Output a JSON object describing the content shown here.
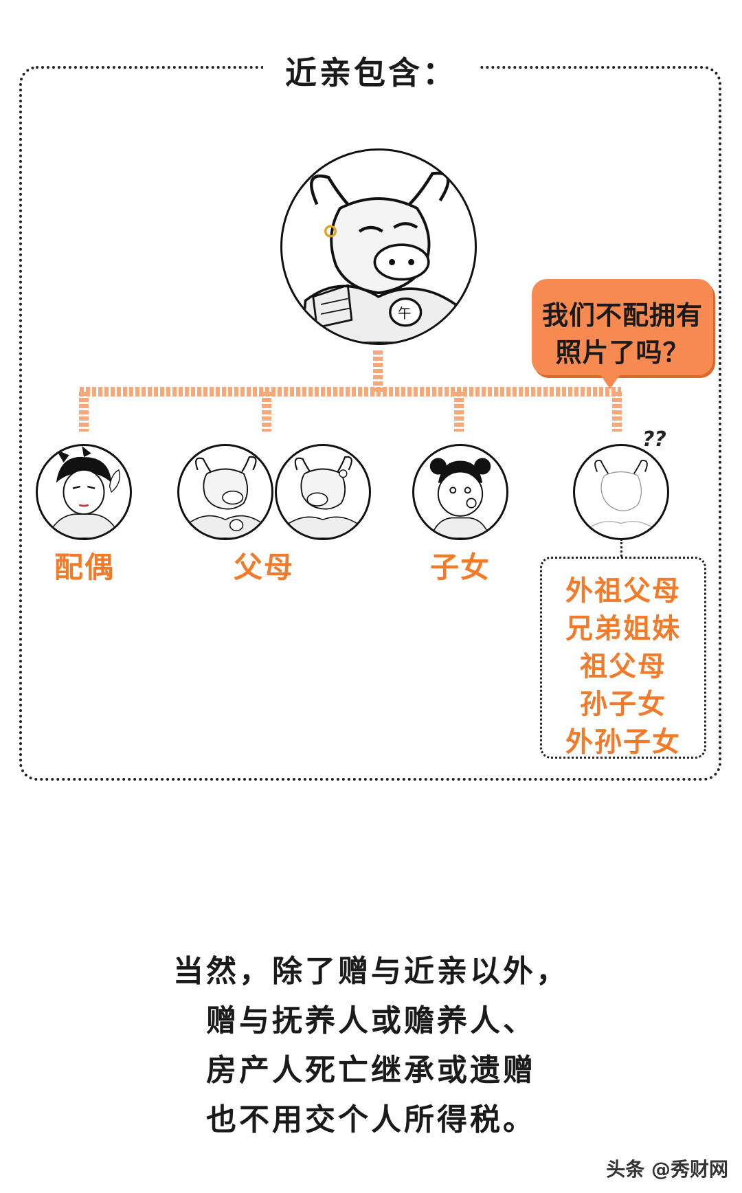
{
  "heading": "近亲包含：",
  "root": {
    "icon": "ox-character-icon"
  },
  "speech_bubble": {
    "line1": "我们不配拥有",
    "line2": "照片了吗？"
  },
  "branches": [
    {
      "label": "配偶",
      "icon": "woman-character-icon"
    },
    {
      "label": "父母",
      "icon": "ox-parents-icon"
    },
    {
      "label": "子女",
      "icon": "child-character-icon"
    },
    {
      "label": "",
      "icon": "blank-ox-outline-icon"
    }
  ],
  "question_marks": "??",
  "other_relatives": [
    "外祖父母",
    "兄弟姐妹",
    "祖父母",
    "孙子女",
    "外孙子女"
  ],
  "paragraph": [
    "当然，除了赠与近亲以外，",
    "赠与抚养人或赡养人、",
    "房产人死亡继承或遗赠",
    "也不用交个人所得税。"
  ],
  "watermark": "头条 @秀财网",
  "colors": {
    "accent": "#f27a28",
    "bubble": "#f78a50",
    "line": "#f6a878",
    "ink": "#1a1a1a"
  }
}
